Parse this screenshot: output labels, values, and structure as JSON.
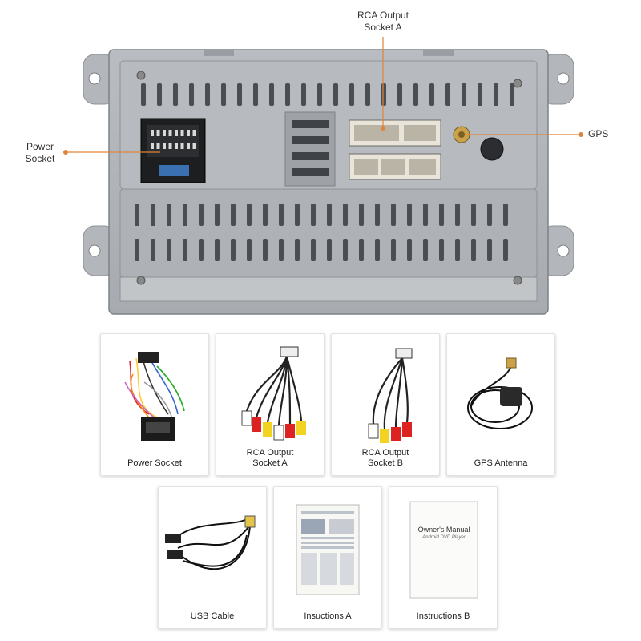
{
  "device": {
    "name": "rear-of-head-unit",
    "callouts": {
      "rca_output_a": [
        "RCA Output",
        "Socket A"
      ],
      "power_socket": [
        "Power",
        "Socket"
      ],
      "gps": "GPS"
    },
    "accent_color": "#e0843a"
  },
  "accessories": [
    {
      "icon": "power-harness-icon",
      "lines": [
        "Power Socket"
      ]
    },
    {
      "icon": "rca-cable-a-icon",
      "lines": [
        "RCA Output",
        "Socket A"
      ]
    },
    {
      "icon": "rca-cable-b-icon",
      "lines": [
        "RCA Output",
        "Socket B"
      ]
    },
    {
      "icon": "gps-antenna-icon",
      "lines": [
        "GPS Antenna"
      ]
    },
    {
      "icon": "usb-cable-icon",
      "lines": [
        "USB Cable"
      ]
    },
    {
      "icon": "instructions-a-icon",
      "lines": [
        "Insuctions A"
      ]
    },
    {
      "icon": "manual-icon",
      "lines": [
        "Instructions B"
      ]
    }
  ],
  "manual_cover": {
    "title": "Owner's Manual",
    "subtitle": "Android DVD Player"
  }
}
